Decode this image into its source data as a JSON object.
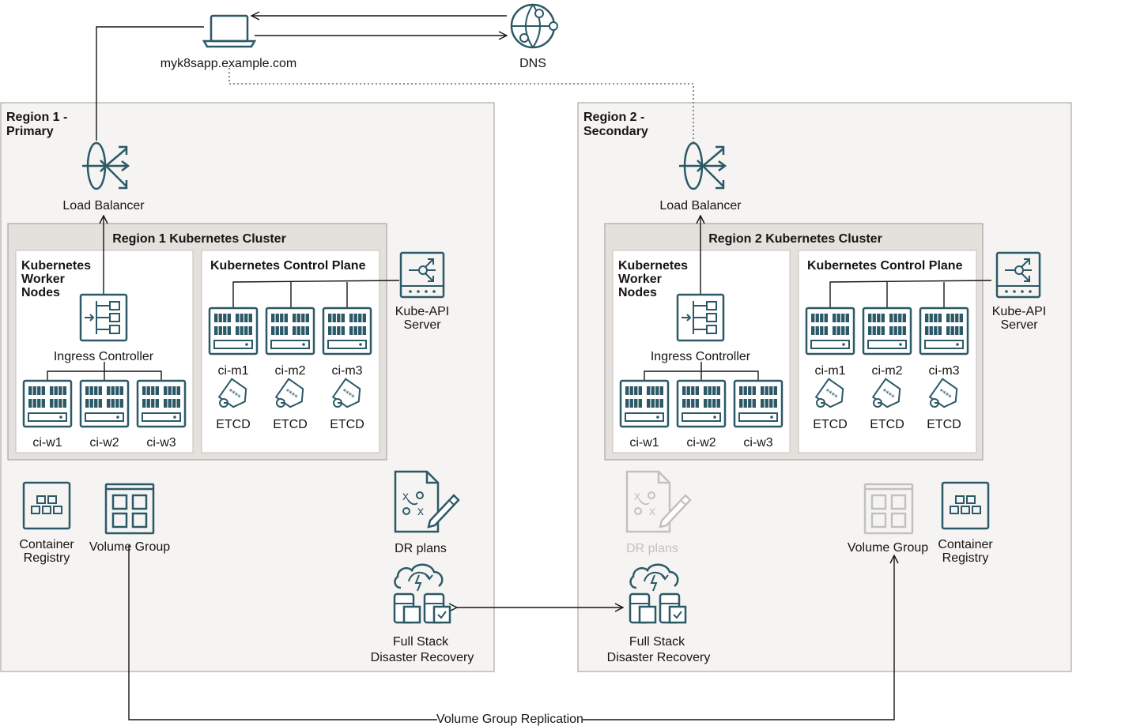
{
  "client": {
    "label": "myk8sapp.example.com"
  },
  "dns": {
    "label": "DNS"
  },
  "replication": {
    "label": "Volume Group Replication"
  },
  "region1": {
    "title_line1": "Region 1 -",
    "title_line2": "Primary",
    "load_balancer": "Load Balancer",
    "cluster_title": "Region 1 Kubernetes Cluster",
    "worker_title": [
      "Kubernetes",
      "Worker",
      "Nodes"
    ],
    "ingress": "Ingress Controller",
    "workers": [
      "ci-w1",
      "ci-w2",
      "ci-w3"
    ],
    "control_plane_title": "Kubernetes Control Plane",
    "masters": [
      "ci-m1",
      "ci-m2",
      "ci-m3"
    ],
    "etcd": [
      "ETCD",
      "ETCD",
      "ETCD"
    ],
    "kube_api": [
      "Kube-API",
      "Server"
    ],
    "container_registry": [
      "Container",
      "Registry"
    ],
    "volume_group": "Volume Group",
    "dr_plans": "DR plans",
    "fsdr": [
      "Full Stack",
      "Disaster Recovery"
    ]
  },
  "region2": {
    "title_line1": "Region 2 -",
    "title_line2": "Secondary",
    "load_balancer": "Load Balancer",
    "cluster_title": "Region 2 Kubernetes Cluster",
    "worker_title": [
      "Kubernetes",
      "Worker",
      "Nodes"
    ],
    "ingress": "Ingress Controller",
    "workers": [
      "ci-w1",
      "ci-w2",
      "ci-w3"
    ],
    "control_plane_title": "Kubernetes Control Plane",
    "masters": [
      "ci-m1",
      "ci-m2",
      "ci-m3"
    ],
    "etcd": [
      "ETCD",
      "ETCD",
      "ETCD"
    ],
    "kube_api": [
      "Kube-API",
      "Server"
    ],
    "container_registry": [
      "Container",
      "Registry"
    ],
    "volume_group": "Volume Group",
    "dr_plans": "DR plans",
    "fsdr": [
      "Full Stack",
      "Disaster Recovery"
    ]
  },
  "colors": {
    "icon": "#2c5967",
    "region_bg": "#f5f4f2",
    "cluster_bg": "#e4e1dc",
    "panel_bg": "#ffffff",
    "border": "#9e9892",
    "line": "#161513",
    "muted": "#c3c1be"
  }
}
